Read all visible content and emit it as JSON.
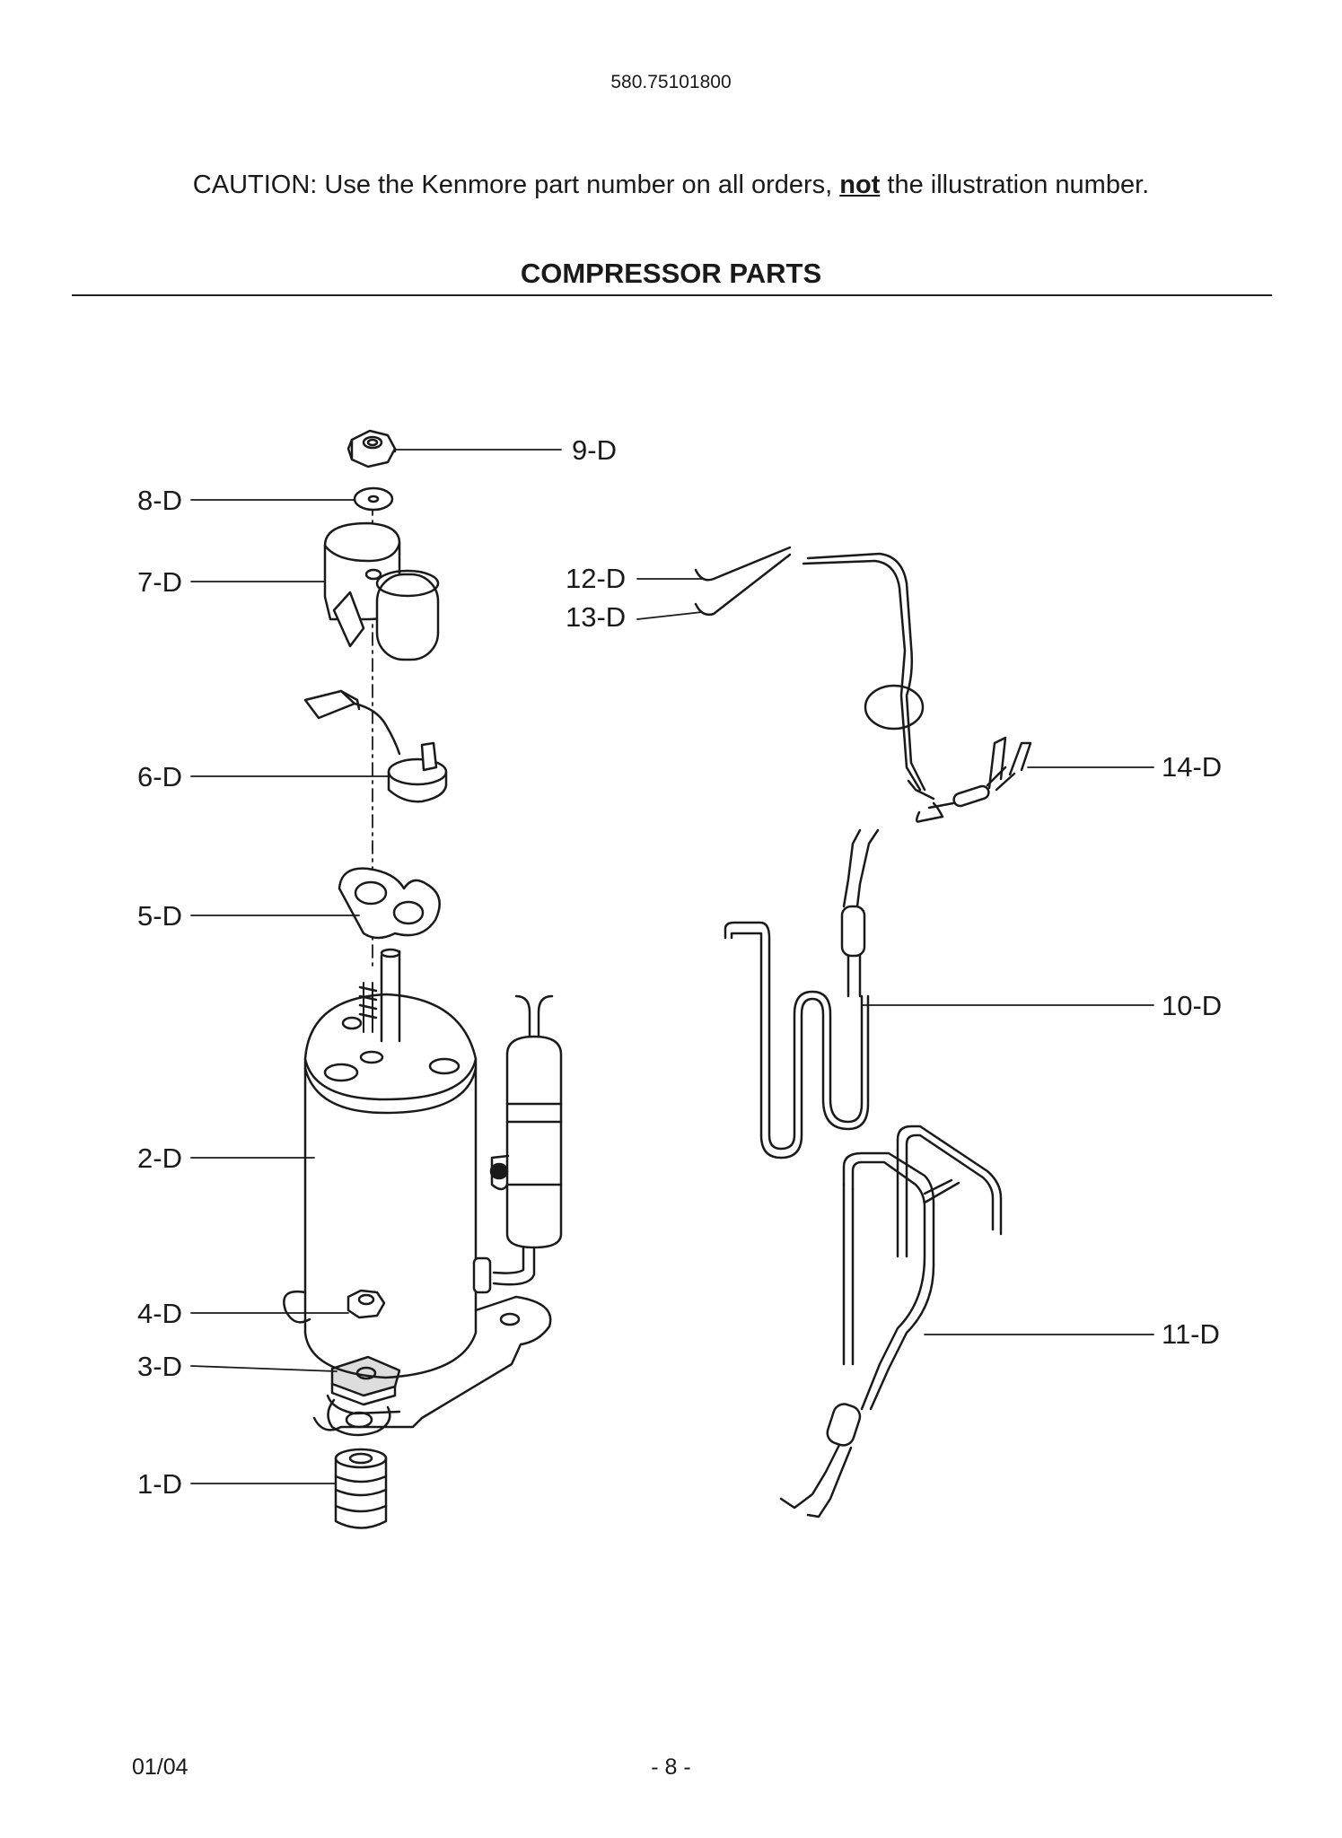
{
  "header": {
    "model_number": "580.75101800",
    "caution_prefix": "CAUTION: Use the Kenmore part number on all orders, ",
    "caution_emphasis": "not",
    "caution_suffix": " the illustration number.",
    "section_title": "COMPRESSOR PARTS"
  },
  "callouts": {
    "p1": "1-D",
    "p2": "2-D",
    "p3": "3-D",
    "p4": "4-D",
    "p5": "5-D",
    "p6": "6-D",
    "p7": "7-D",
    "p8": "8-D",
    "p9": "9-D",
    "p10": "10-D",
    "p11": "11-D",
    "p12": "12-D",
    "p13": "13-D",
    "p14": "14-D"
  },
  "footer": {
    "date": "01/04",
    "page": "- 8 -"
  }
}
